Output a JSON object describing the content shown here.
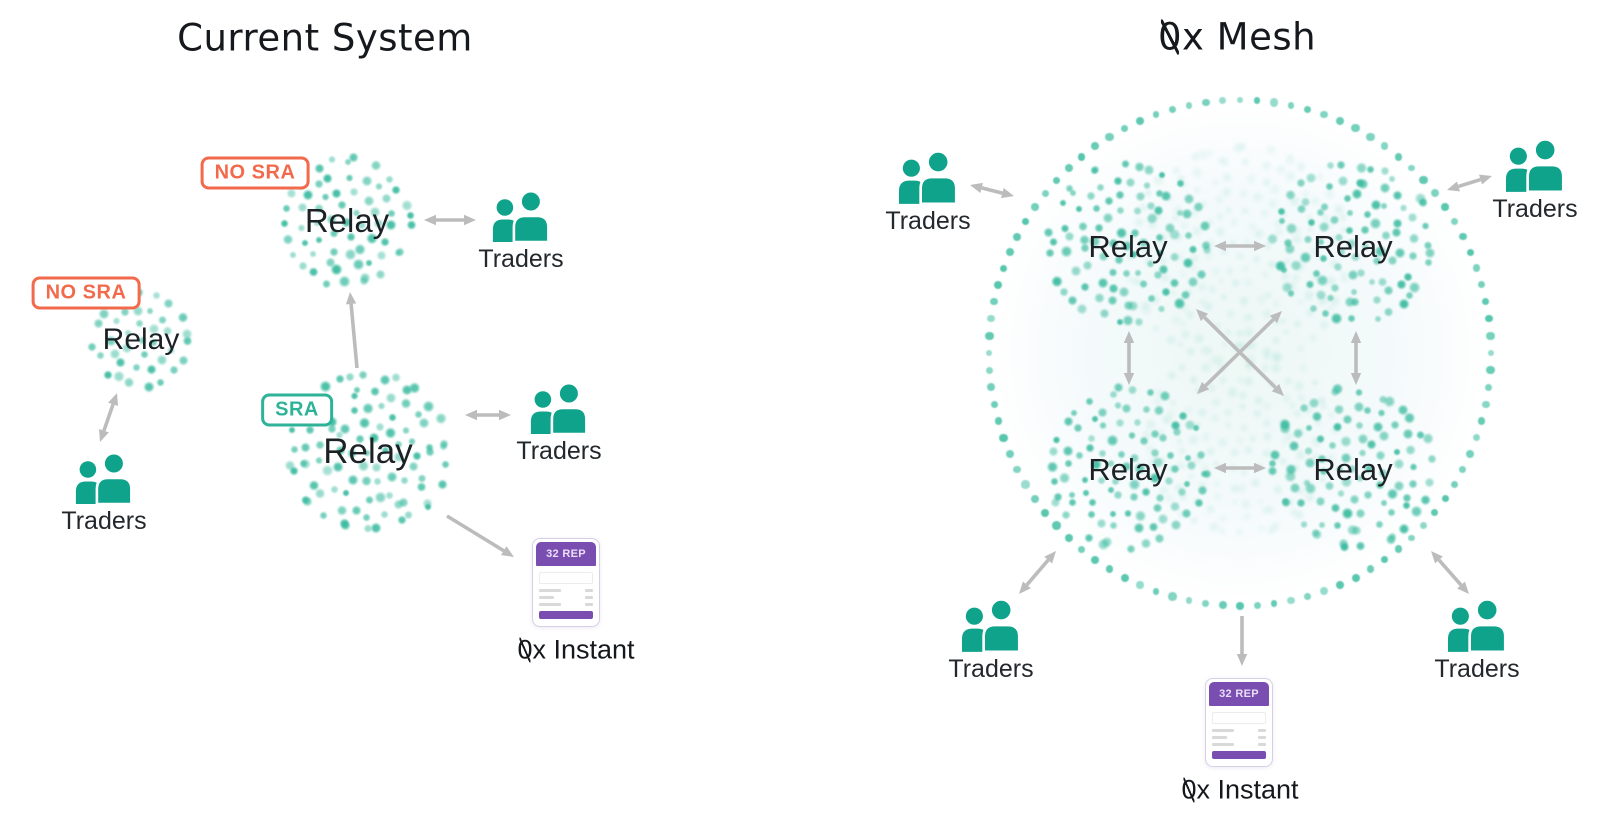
{
  "left_panel": {
    "title": "Current System",
    "relay_top": {
      "badge": "NO SRA",
      "label": "Relay"
    },
    "relay_side": {
      "badge": "NO SRA",
      "label": "Relay"
    },
    "relay_main": {
      "badge": "SRA",
      "label": "Relay"
    },
    "traders_label": "Traders",
    "instant": {
      "header": "32 REP",
      "label": "0x Instant"
    }
  },
  "right_panel": {
    "title": "0x Mesh",
    "relay_label": "Relay",
    "traders_label": "Traders",
    "instant": {
      "header": "32 REP",
      "label": "0x Instant"
    }
  },
  "colors": {
    "teal": "#0fa38c",
    "dot_teal": "#3dbca1",
    "ring_teal": "#56c6ad",
    "orange": "#f26a4c",
    "purple": "#7a4db1",
    "arrow_gray": "#bcbcbc",
    "text": "#1a1e22"
  }
}
